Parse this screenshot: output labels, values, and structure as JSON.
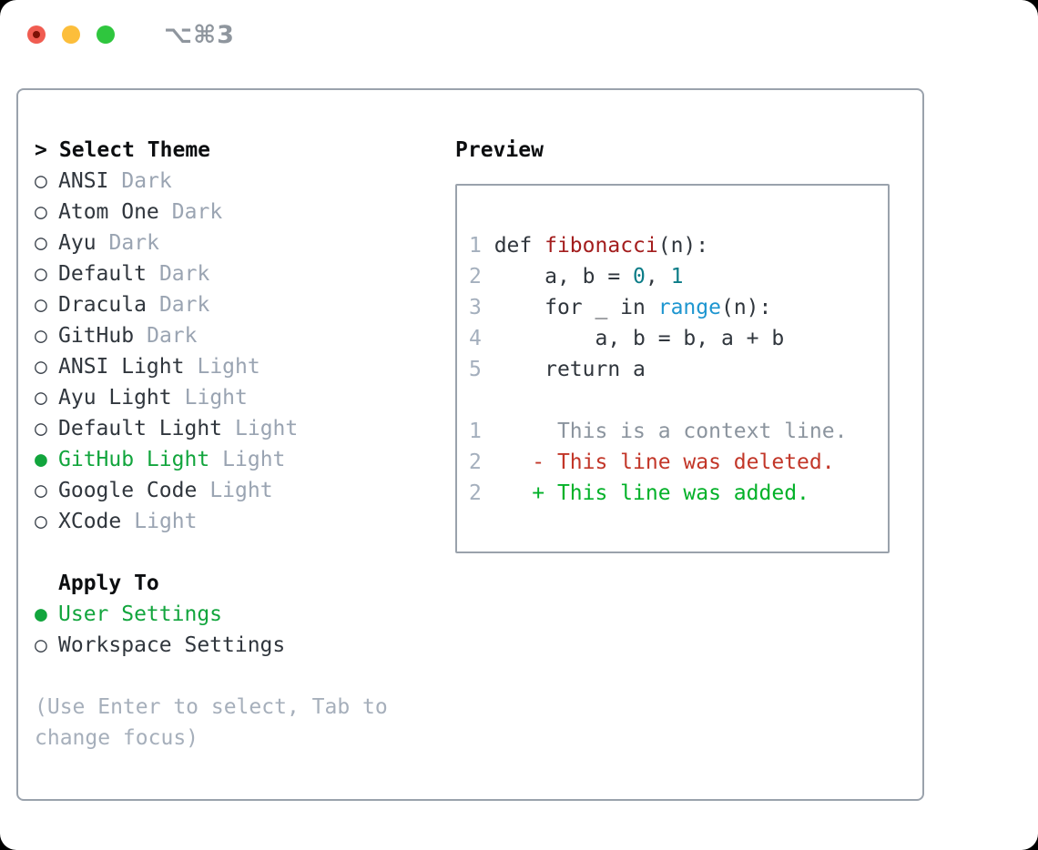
{
  "titlebar": {
    "title": "⌥⌘3"
  },
  "left": {
    "prompt": ">",
    "title": "Select Theme",
    "themes": [
      {
        "bullet": "○",
        "name": "ANSI",
        "tag": "Dark",
        "selected": false
      },
      {
        "bullet": "○",
        "name": "Atom One",
        "tag": "Dark",
        "selected": false
      },
      {
        "bullet": "○",
        "name": "Ayu",
        "tag": "Dark",
        "selected": false
      },
      {
        "bullet": "○",
        "name": "Default",
        "tag": "Dark",
        "selected": false
      },
      {
        "bullet": "○",
        "name": "Dracula",
        "tag": "Dark",
        "selected": false
      },
      {
        "bullet": "○",
        "name": "GitHub",
        "tag": "Dark",
        "selected": false
      },
      {
        "bullet": "○",
        "name": "ANSI Light",
        "tag": "Light",
        "selected": false
      },
      {
        "bullet": "○",
        "name": "Ayu Light",
        "tag": "Light",
        "selected": false
      },
      {
        "bullet": "○",
        "name": "Default Light",
        "tag": "Light",
        "selected": false
      },
      {
        "bullet": "●",
        "name": "GitHub Light",
        "tag": "Light",
        "selected": true
      },
      {
        "bullet": "○",
        "name": "Google Code",
        "tag": "Light",
        "selected": false
      },
      {
        "bullet": "○",
        "name": "XCode",
        "tag": "Light",
        "selected": false
      }
    ],
    "apply": {
      "title": "Apply To",
      "options": [
        {
          "bullet": "●",
          "name": "User Settings",
          "selected": true
        },
        {
          "bullet": "○",
          "name": "Workspace Settings",
          "selected": false
        }
      ]
    },
    "hint": "(Use Enter to select, Tab to change focus)"
  },
  "preview": {
    "title": "Preview",
    "code_lines": [
      {
        "num": "1",
        "s0": " def ",
        "s1": "fibonacci",
        "s2": "(n):"
      },
      {
        "num": "2",
        "s0": "     a, b = ",
        "s1": "0",
        "s2": ", ",
        "s3": "1"
      },
      {
        "num": "3",
        "s0": "     for _ in ",
        "s1": "range",
        "s2": "(n):"
      },
      {
        "num": "4",
        "s0": "         a, b = b, a + b"
      },
      {
        "num": "5",
        "s0": "     return a"
      }
    ],
    "diff_lines": [
      {
        "num": "1",
        "text": "      This is a context line."
      },
      {
        "num": "2",
        "text": "    - This line was deleted."
      },
      {
        "num": "2",
        "text": "    + This line was added."
      }
    ]
  },
  "colors": {
    "selected_green": "#12a53d",
    "added_green": "#02b128",
    "deleted_red": "#c23628",
    "function_red": "#a31d1d",
    "number_teal": "#0b7c87",
    "call_blue": "#1e96d0",
    "tag_gray": "#9aa4b2",
    "panel_border": "#9aa2ac",
    "traffic_red": "#f05c51",
    "traffic_yellow": "#fcbe3b",
    "traffic_green": "#2fc63e"
  }
}
